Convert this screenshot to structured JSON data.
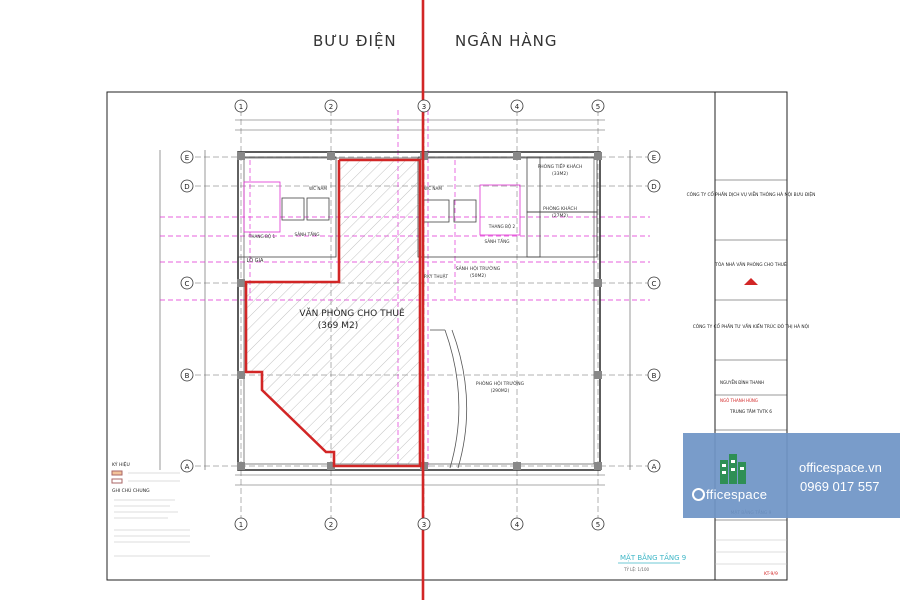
{
  "header": {
    "left_label": "BƯU ĐIỆN",
    "right_label": "NGÂN HÀNG"
  },
  "plan": {
    "office_room": "VĂN PHÒNG CHO THUÊ",
    "office_area": "(369 M2)",
    "hall_room": "PHÒNG HỘI TRƯỜNG",
    "hall_area": "(290M2)",
    "lobby": "SẢNH HỘI TRƯỜNG",
    "lobby_area": "(50M2)",
    "reception": "PHÒNG TIẾP KHÁCH",
    "reception_area": "(33M2)",
    "guest": "PHÒNG KHÁCH",
    "guest_area": "(27M2)",
    "lift_hall_left": "SẢNH TẦNG",
    "lift_hall_right": "SẢNH TẦNG",
    "stair_left": "THANG BỘ 1",
    "stair_right": "THANG BỘ 2",
    "wc_left": "WC NAM",
    "wc_right": "WC NAM",
    "lo_gia": "LÔ GIA",
    "technical": "P.KỸ THUẬT",
    "plan_title": "MẶT BẰNG TẦNG 9",
    "plan_scale": "TỶ LỆ: 1/100",
    "axes_top": [
      "1",
      "2",
      "3",
      "4",
      "5"
    ],
    "axes_side": [
      "E",
      "D",
      "C",
      "B",
      "A"
    ],
    "legend_title": "KÝ HIỆU",
    "notes_title": "GHI CHÚ CHUNG"
  },
  "title_block": {
    "client": "CÔNG TY CỔ PHẦN DỊCH VỤ VIỄN THÔNG HÀ NỘI BƯU ĐIỆN",
    "project": "TÒA NHÀ VĂN PHÒNG CHO THUÊ",
    "consultant": "CÔNG TY CỔ PHẦN TƯ VẤN KIẾN TRÚC ĐÔ THỊ HÀ NỘI",
    "director": "NGUYỄN ĐÌNH THANH",
    "designer": "NGÔ THANH HÙNG",
    "center": "TRUNG TÂM TVTK 6",
    "sheet_title": "MẶT BẰNG TẦNG 9",
    "sheet_no": "KT-9/9"
  },
  "overlay": {
    "brand": "fficespace",
    "url": "officespace.vn",
    "phone": "0969 017 557"
  },
  "colors": {
    "divider": "#d22626",
    "highlight": "#d22626",
    "grid": "#e02fd3",
    "plan_line": "#3a3a3a",
    "overlay_bg": "#6f95c6"
  }
}
